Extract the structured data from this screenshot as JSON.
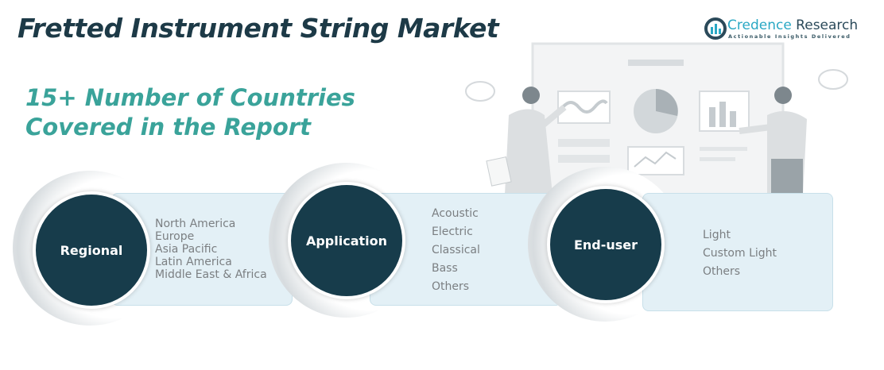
{
  "title": "Fretted Instrument String Market",
  "subtitle_lines": [
    "15+ Number of Countries",
    "Covered in the Report"
  ],
  "logo": {
    "name_part1": "Credence",
    "name_part2": " Research",
    "tagline": "Actionable Insights Delivered"
  },
  "colors": {
    "dark": "#173c4b",
    "teal": "#3aa39a",
    "box": "#e3f0f6"
  },
  "segments": [
    {
      "label": "Regional",
      "items": [
        "North America",
        "Europe",
        "Asia Pacific",
        "Latin America",
        "Middle East & Africa"
      ]
    },
    {
      "label": "Application",
      "items": [
        "Acoustic",
        "Electric",
        "Classical",
        "Bass",
        "Others"
      ]
    },
    {
      "label": "End-user",
      "items": [
        "Light",
        "Custom Light",
        "Others"
      ]
    }
  ]
}
